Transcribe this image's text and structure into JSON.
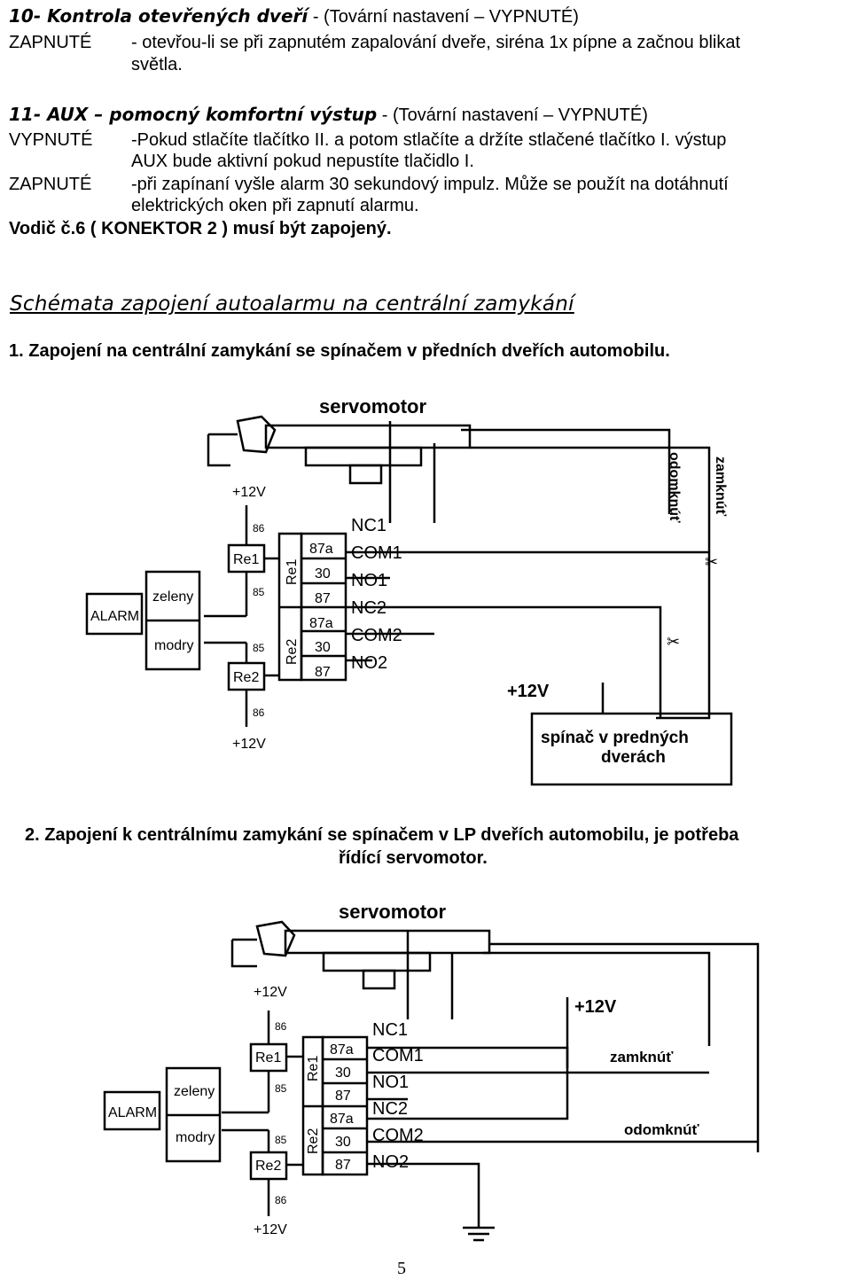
{
  "section10": {
    "title": "10- Kontrola otevřených dveří",
    "default": " - (Tovární nastavení – VYPNUTÉ)",
    "on_label": "ZAPNUTÉ",
    "on_text_1": "- otevřou-li se při zapnutém zapalování dveře, siréna 1x pípne a začnou blikat",
    "on_text_2": "světla."
  },
  "section11": {
    "title": "11- AUX – pomocný komfortní výstup",
    "default": " - (Tovární nastavení – VYPNUTÉ)",
    "off_label": "VYPNUTÉ",
    "off_text_1": "-Pokud stlačíte tlačítko II. a potom stlačíte a držíte stlačené tlačítko I. výstup",
    "off_text_2": "AUX bude aktivní pokud nepustíte tlačidlo I.",
    "on_label": "ZAPNUTÉ",
    "on_text_1": "-při zapínaní vyšle alarm 30 sekundový impulz. Může se použít na dotáhnutí",
    "on_text_2": "elektrických oken při zapnutí alarmu.",
    "note": "Vodič č.6 ( KONEKTOR 2 ) musí být zapojený."
  },
  "schema_heading": "Schémata zapojení autoalarmu na centrální zamykání",
  "diagram1": {
    "caption": "1. Zapojení na centrální zamykání se spínačem v předních dveřích automobilu.",
    "servomotor": "servomotor",
    "plus12_top": "+12V",
    "pin86_top": "86",
    "re1": "Re1",
    "pin85_a": "85",
    "zeleny": "zeleny",
    "alarm": "ALARM",
    "modry": "modry",
    "pin85_b": "85",
    "re2": "Re2",
    "pin86_bottom": "86",
    "plus12_bottom": "+12V",
    "relay1_label": "Re1",
    "relay2_label": "Re2",
    "pins": [
      "87a",
      "30",
      "87",
      "87a",
      "30",
      "87"
    ],
    "contacts": [
      "NC1",
      "COM1",
      "NO1",
      "NC2",
      "COM2",
      "NO2"
    ],
    "odomknut": "odomknúť",
    "zamknut": "zamknúť",
    "plus12_right": "+12V",
    "switch_1": "spínač v predných",
    "switch_2": "dverách"
  },
  "diagram2": {
    "caption_1": "2. Zapojení k centrálnímu  zamykání se spínačem v LP dveřích automobilu, je potřeba",
    "caption_2": "řídící servomotor.",
    "servomotor": "servomotor",
    "plus12_top": "+12V",
    "pin86_top": "86",
    "re1": "Re1",
    "pin85_a": "85",
    "zeleny": "zeleny",
    "alarm": "ALARM",
    "modry": "modry",
    "pin85_b": "85",
    "re2": "Re2",
    "pin86_bottom": "86",
    "plus12_bottom": "+12V",
    "relay1_label": "Re1",
    "relay2_label": "Re2",
    "pins": [
      "87a",
      "30",
      "87",
      "87a",
      "30",
      "87"
    ],
    "contacts": [
      "NC1",
      "COM1",
      "NO1",
      "NC2",
      "COM2",
      "NO2"
    ],
    "plus12_right": "+12V",
    "zamknut": "zamknúť",
    "odomknut": "odomknúť"
  },
  "page_number": "5"
}
